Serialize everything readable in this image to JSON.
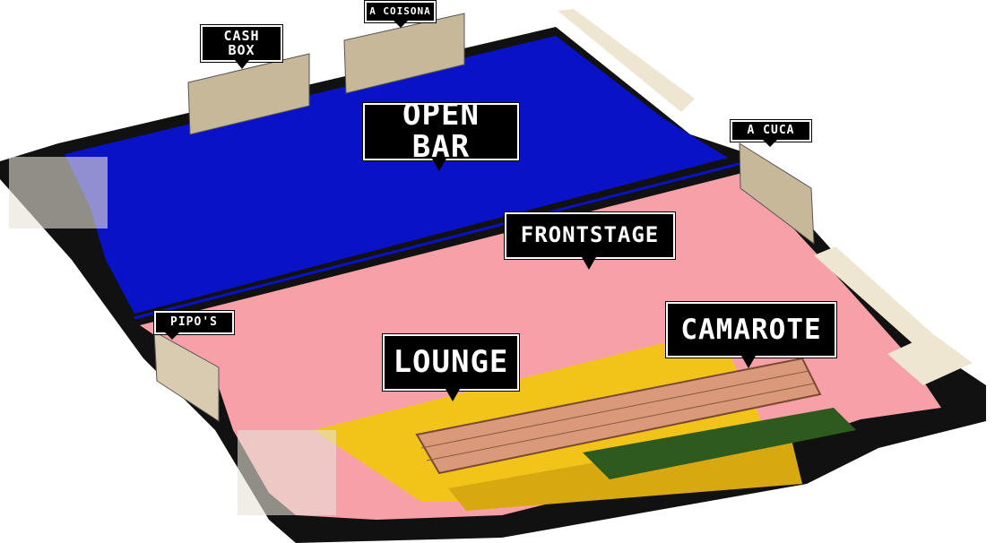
{
  "map": {
    "zones": [
      {
        "id": "open-bar",
        "label": "OPEN BAR",
        "color": "#0a12c8"
      },
      {
        "id": "frontstage",
        "label": "FRONTSTAGE",
        "color": "#f7a0a8"
      },
      {
        "id": "lounge",
        "label": "LOUNGE",
        "color": "#f2c41a"
      },
      {
        "id": "camarote",
        "label": "CAMAROTE",
        "color": "#d9997a"
      }
    ],
    "bars": [
      {
        "id": "cash-box",
        "label": "CASH\nBOX"
      },
      {
        "id": "a-coisona",
        "label": "A COISONA"
      },
      {
        "id": "a-cuca",
        "label": "A CUCA"
      },
      {
        "id": "pipos",
        "label": "PIPO'S"
      }
    ]
  }
}
